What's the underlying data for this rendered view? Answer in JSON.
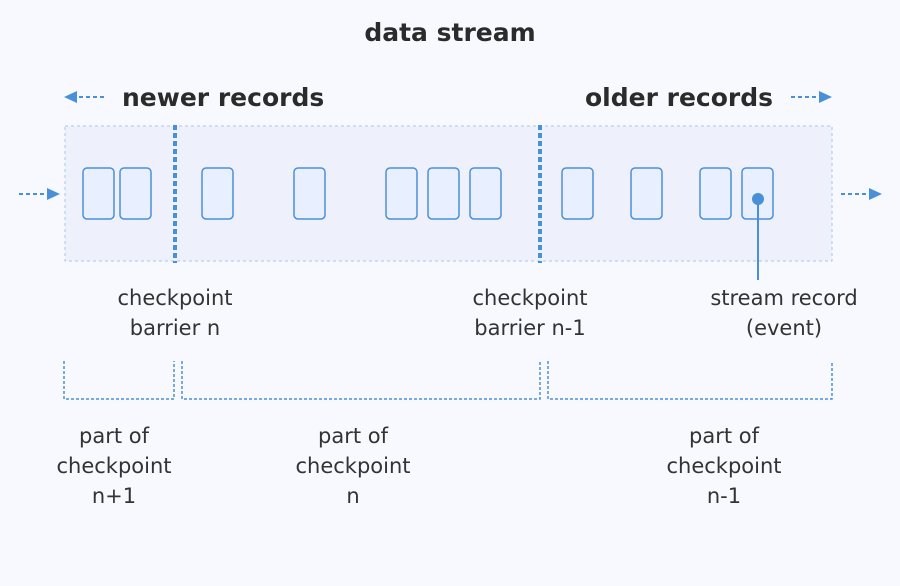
{
  "title": "data stream",
  "directions": {
    "newer": "newer records",
    "older": "older records"
  },
  "barriers": [
    {
      "line1": "checkpoint",
      "line2": "barrier n"
    },
    {
      "line1": "checkpoint",
      "line2": "barrier n-1"
    }
  ],
  "record_label": {
    "line1": "stream record",
    "line2": "(event)"
  },
  "parts": [
    {
      "line1": "part of",
      "line2": "checkpoint",
      "line3": "n+1"
    },
    {
      "line1": "part of",
      "line2": "checkpoint",
      "line3": "n"
    },
    {
      "line1": "part of",
      "line2": "checkpoint",
      "line3": "n-1"
    }
  ],
  "colors": {
    "accent": "#4a90d9",
    "record_fill": "#e8efff",
    "stream_fill": "#eef1fb",
    "background": "#f8f9fe"
  }
}
